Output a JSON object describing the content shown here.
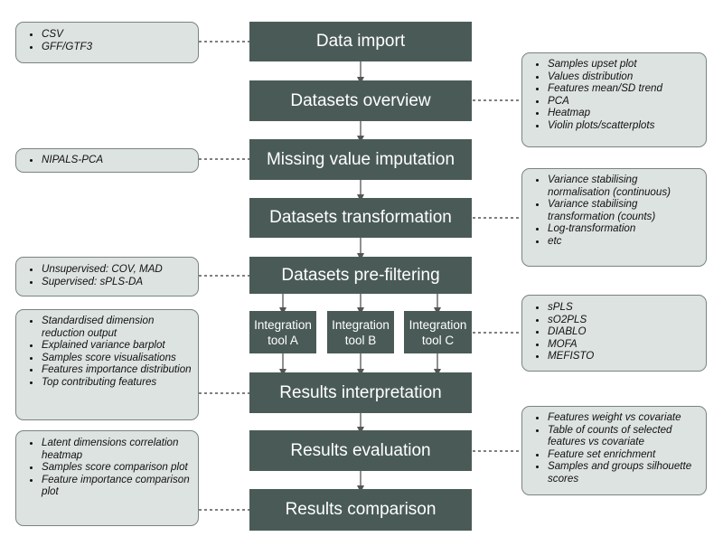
{
  "steps": {
    "data_import": "Data import",
    "datasets_overview": "Datasets overview",
    "missing_value_imputation": "Missing value imputation",
    "datasets_transformation": "Datasets transformation",
    "datasets_prefiltering": "Datasets pre-filtering",
    "results_interpretation": "Results interpretation",
    "results_evaluation": "Results evaluation",
    "results_comparison": "Results comparison"
  },
  "tools": {
    "a": {
      "line1": "Integration",
      "line2": "tool A"
    },
    "b": {
      "line1": "Integration",
      "line2": "tool B"
    },
    "c": {
      "line1": "Integration",
      "line2": "tool C"
    }
  },
  "notes": {
    "import_formats": [
      "CSV",
      "GFF/GTF3"
    ],
    "overview_plots": [
      "Samples upset plot",
      "Values distribution",
      "Features mean/SD trend",
      "PCA",
      "Heatmap",
      "Violin plots/scatterplots"
    ],
    "imputation_methods": [
      "NIPALS-PCA"
    ],
    "transformation_methods": [
      "Variance stabilising normalisation (continuous)",
      "Variance stabilising transformation (counts)",
      "Log-transformation",
      "etc"
    ],
    "prefiltering_methods": [
      "Unsupervised: COV, MAD",
      "Supervised: sPLS-DA"
    ],
    "integration_tools": [
      "sPLS",
      "sO2PLS",
      "DIABLO",
      "MOFA",
      "MEFISTO"
    ],
    "interpretation_outputs": [
      "Standardised dimension reduction output",
      "Explained variance barplot",
      "Samples score visualisations",
      "Features importance distribution",
      "Top contributing features"
    ],
    "evaluation_outputs": [
      "Features weight vs covariate",
      "Table of counts of selected features vs covariate",
      "Feature set enrichment",
      "Samples and groups silhouette scores"
    ],
    "comparison_outputs": [
      "Latent dimensions correlation heatmap",
      "Samples score comparison plot",
      "Feature importance comparison plot"
    ]
  },
  "colors": {
    "step_fill": "#4a5b57",
    "step_text": "#ffffff",
    "note_fill": "#dde3e0",
    "note_border": "#7a847f",
    "connector": "#555555"
  }
}
